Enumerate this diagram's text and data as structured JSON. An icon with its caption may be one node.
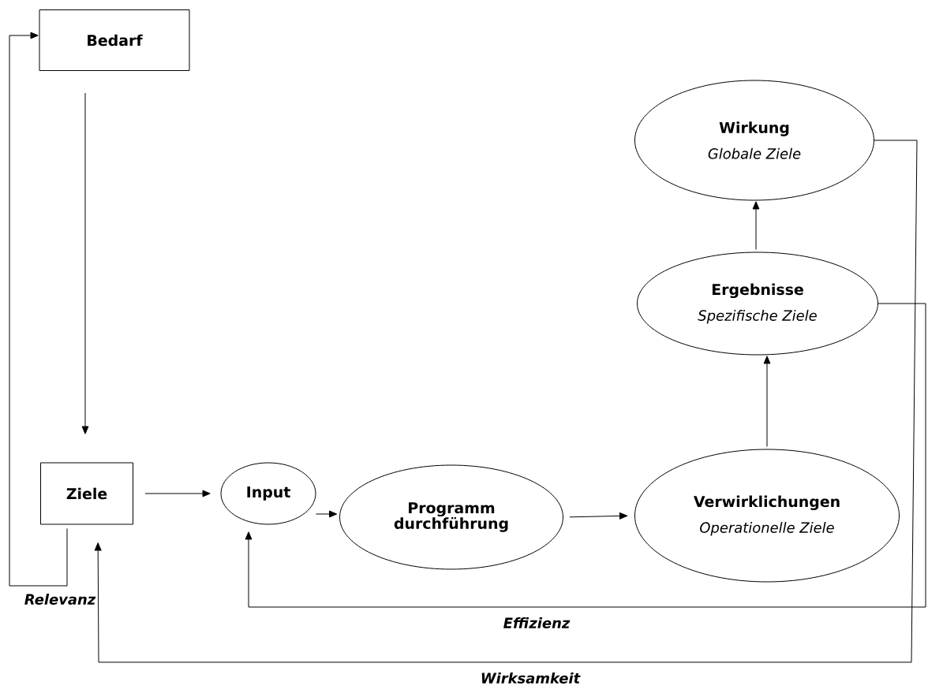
{
  "diagram": {
    "nodes": [
      {
        "text": [
          "Bedarf"
        ]
      },
      {
        "text": [
          "Ziele"
        ]
      },
      {
        "text": [
          "Input"
        ]
      },
      {
        "text": [
          "Programm durchführung"
        ]
      },
      {
        "text": [
          "Verwirklichungen",
          "Operationelle Ziele"
        ]
      },
      {
        "text": [
          "Ergebnisse",
          "Spezifische Ziele"
        ]
      },
      {
        "text": [
          "Wirkung",
          "Globale Ziele"
        ]
      }
    ],
    "edges": [
      {
        "from": 0,
        "to": 1,
        "arrow": "to"
      },
      {
        "from": 1,
        "to": 0,
        "arrow": "to",
        "label": "Relevanz"
      },
      {
        "from": 1,
        "to": 2,
        "arrow": "to"
      },
      {
        "from": 2,
        "to": 3,
        "arrow": "to"
      },
      {
        "from": 3,
        "to": 4,
        "arrow": "to"
      },
      {
        "from": 4,
        "to": 5,
        "arrow": "to"
      },
      {
        "from": 5,
        "to": 6,
        "arrow": "to"
      },
      {
        "from": 5,
        "to": 2,
        "arrow": "to",
        "label": "Effizienz"
      },
      {
        "from": 6,
        "to": 1,
        "arrow": "to",
        "label": "Wirksamkeit"
      }
    ]
  }
}
